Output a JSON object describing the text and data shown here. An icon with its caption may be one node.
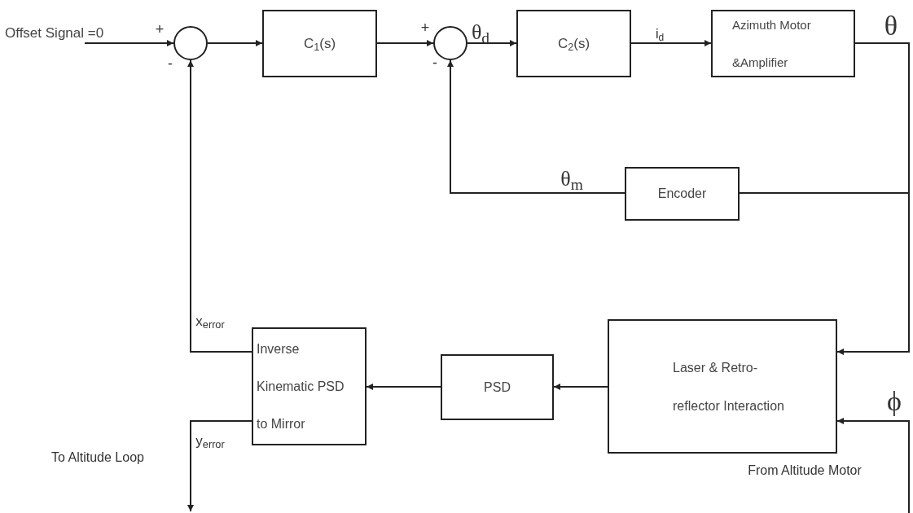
{
  "diagram": {
    "nodes": [
      {
        "text": [
          "Offset Signal =0"
        ]
      },
      {
        "text": [],
        "shape": "circle"
      },
      {
        "text": [
          "C$_{1}$(s)"
        ]
      },
      {
        "text": [],
        "shape": "circle"
      },
      {
        "text": [
          "C$_{2}$(s)"
        ]
      },
      {
        "text": [
          "Azimuth Motor &Amplifier"
        ]
      },
      {
        "text": [
          "Encoder"
        ]
      },
      {
        "text": [
          "Laser & Retro-reflector Interaction"
        ]
      },
      {
        "text": [
          "PSD"
        ]
      },
      {
        "text": [
          "Inverse Kinematic PSD to Mirror"
        ]
      }
    ],
    "edges": [
      {
        "from": 0,
        "to": 1,
        "arrow": "to"
      },
      {
        "from": 1,
        "to": 2,
        "arrow": "to"
      },
      {
        "from": 2,
        "to": 3,
        "arrow": "to"
      },
      {
        "from": 3,
        "to": 4,
        "arrow": "to"
      },
      {
        "from": 4,
        "to": 5,
        "arrow": "to"
      },
      {
        "from": 5,
        "to": 6,
        "arrow": "none"
      },
      {
        "from": 6,
        "to": 3,
        "arrow": "to"
      },
      {
        "from": 5,
        "to": 7,
        "arrow": "to"
      },
      {
        "from": 7,
        "to": 8,
        "arrow": "to"
      },
      {
        "from": 8,
        "to": 9,
        "arrow": "to"
      },
      {
        "from": 9,
        "to": 1,
        "arrow": "to"
      },
      {
        "from": 9,
        "to": null,
        "arrow": "to"
      },
      {
        "from": null,
        "to": 7,
        "arrow": "to"
      }
    ],
    "labels": [
      "+",
      "-",
      "+",
      "θ$_{d}$",
      "-",
      "i$_{d}$",
      "θ",
      "θ$_{m}$",
      "x$_{error}$",
      "y$_{error}$",
      "ϕ",
      "To Altitude Loop",
      "From Altitude Motor"
    ]
  }
}
